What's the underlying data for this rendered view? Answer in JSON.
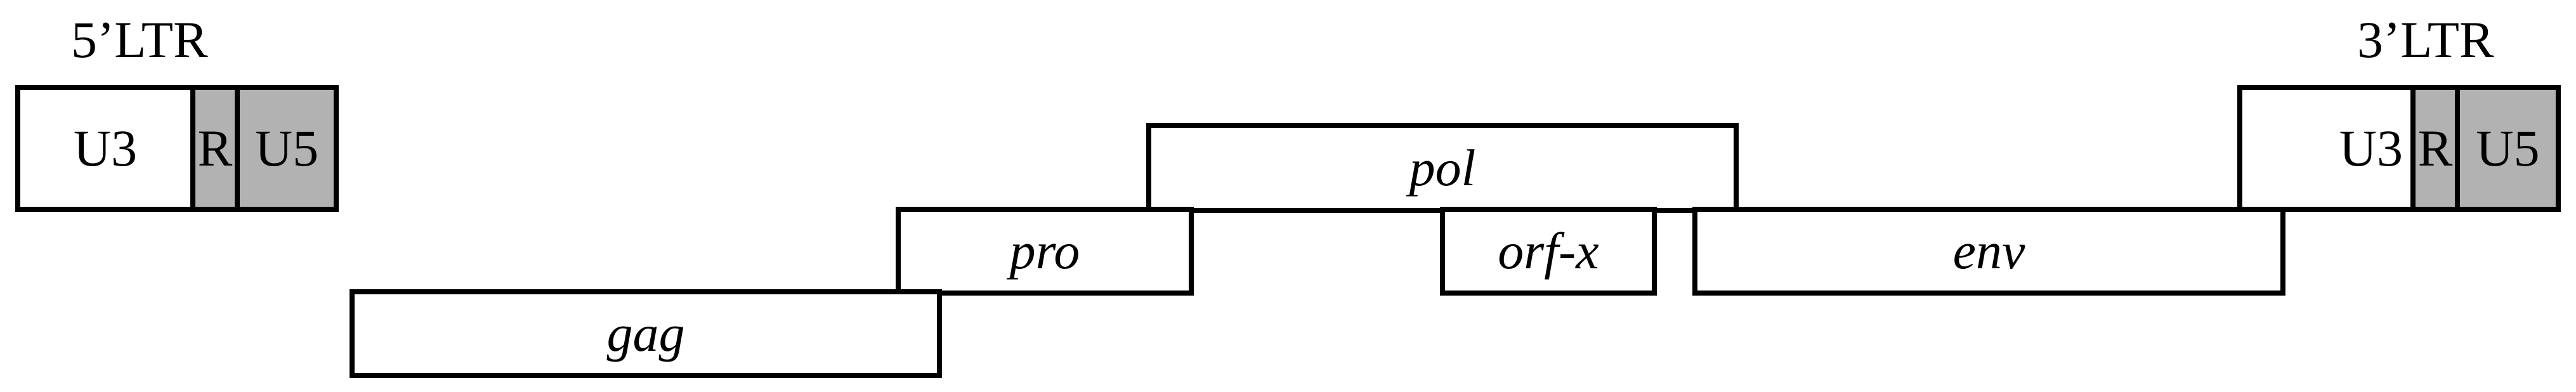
{
  "ltr5": {
    "title": "5’LTR",
    "u3": "U3",
    "r": "R",
    "u5": "U5"
  },
  "ltr3": {
    "title": "3’LTR",
    "u3": "U3",
    "r": "R",
    "u5": "U5"
  },
  "genes": {
    "pol": "pol",
    "pro": "pro",
    "orfx": "orf-x",
    "env": "env",
    "gag": "gag"
  },
  "colors": {
    "outline": "#000000",
    "shaded_region": "#b2b2b2",
    "box_fill": "#ffffff"
  }
}
